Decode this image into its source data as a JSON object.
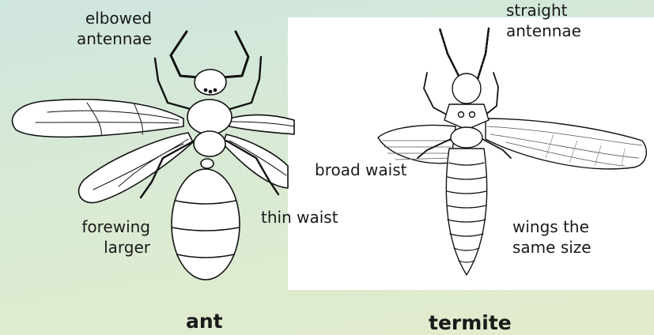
{
  "titles": {
    "ant": "ant",
    "termite": "termite"
  },
  "labels": {
    "elbowed_antennae": [
      "elbowed",
      "antennae"
    ],
    "forewing_larger": [
      "forewing",
      "larger"
    ],
    "thin_waist": "thin waist",
    "straight_antennae": [
      "straight",
      "antennae"
    ],
    "broad_waist": "broad waist",
    "wings_same_size": [
      "wings the",
      "same size"
    ]
  },
  "colors": {
    "background_top": "#cfe6df",
    "background_bottom": "#e2eccb",
    "panel": "#ffffff",
    "ink": "#1a1a1a"
  }
}
